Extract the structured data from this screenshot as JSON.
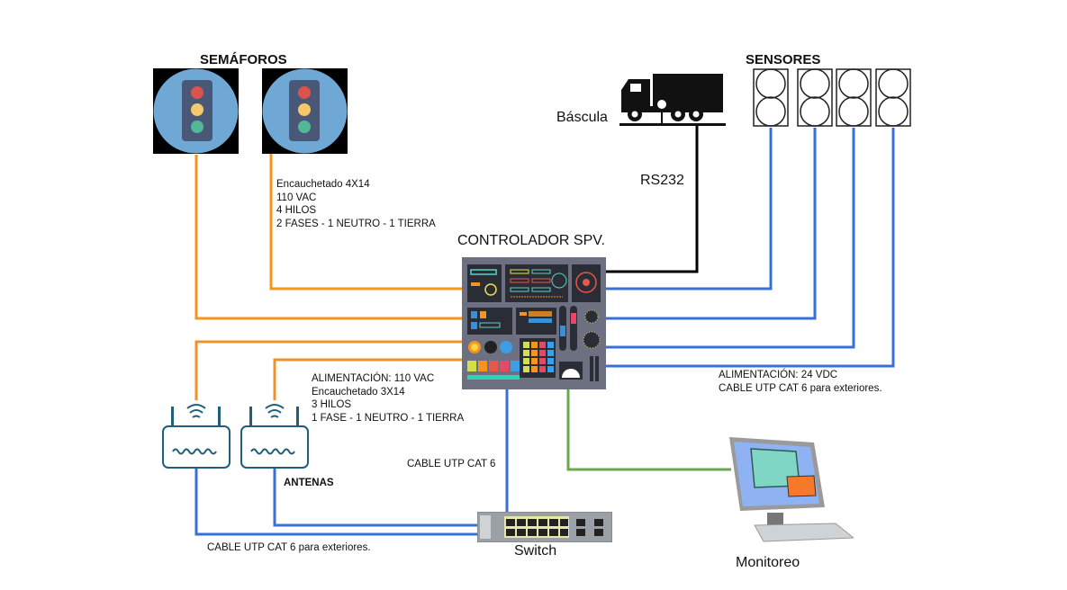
{
  "labels": {
    "semaforos": "SEMÁFOROS",
    "sensores": "SENSORES",
    "bascula": "Báscula",
    "rs232": "RS232",
    "controlador": "CONTROLADOR SPV.",
    "antenas": "ANTENAS",
    "switch": "Switch",
    "monitoreo": "Monitoreo"
  },
  "notes": {
    "semaforo_cable": [
      "Encauchetado 4X14",
      "110 VAC",
      "4 HILOS",
      "2 FASES - 1 NEUTRO - 1 TIERRA"
    ],
    "antena_power": [
      "ALIMENTACIÓN: 110 VAC",
      "Encauchetado 3X14",
      "3 HILOS",
      "1 FASE - 1 NEUTRO - 1 TIERRA"
    ],
    "sensor_cable": [
      "ALIMENTACIÓN: 24 VDC",
      "CABLE UTP CAT 6 para exteriores."
    ],
    "switch_link": "CABLE UTP CAT 6",
    "antena_link": "CABLE UTP CAT 6 para exteriores."
  },
  "colors": {
    "power_wire": "#f7941d",
    "data_wire": "#3a6fd6",
    "serial_wire": "#000000",
    "monitor_wire": "#6aa84f",
    "panel_bg": "#6c7080"
  },
  "nodes": {
    "traffic_lights": 2,
    "sensors": 4,
    "antennas": 2
  }
}
